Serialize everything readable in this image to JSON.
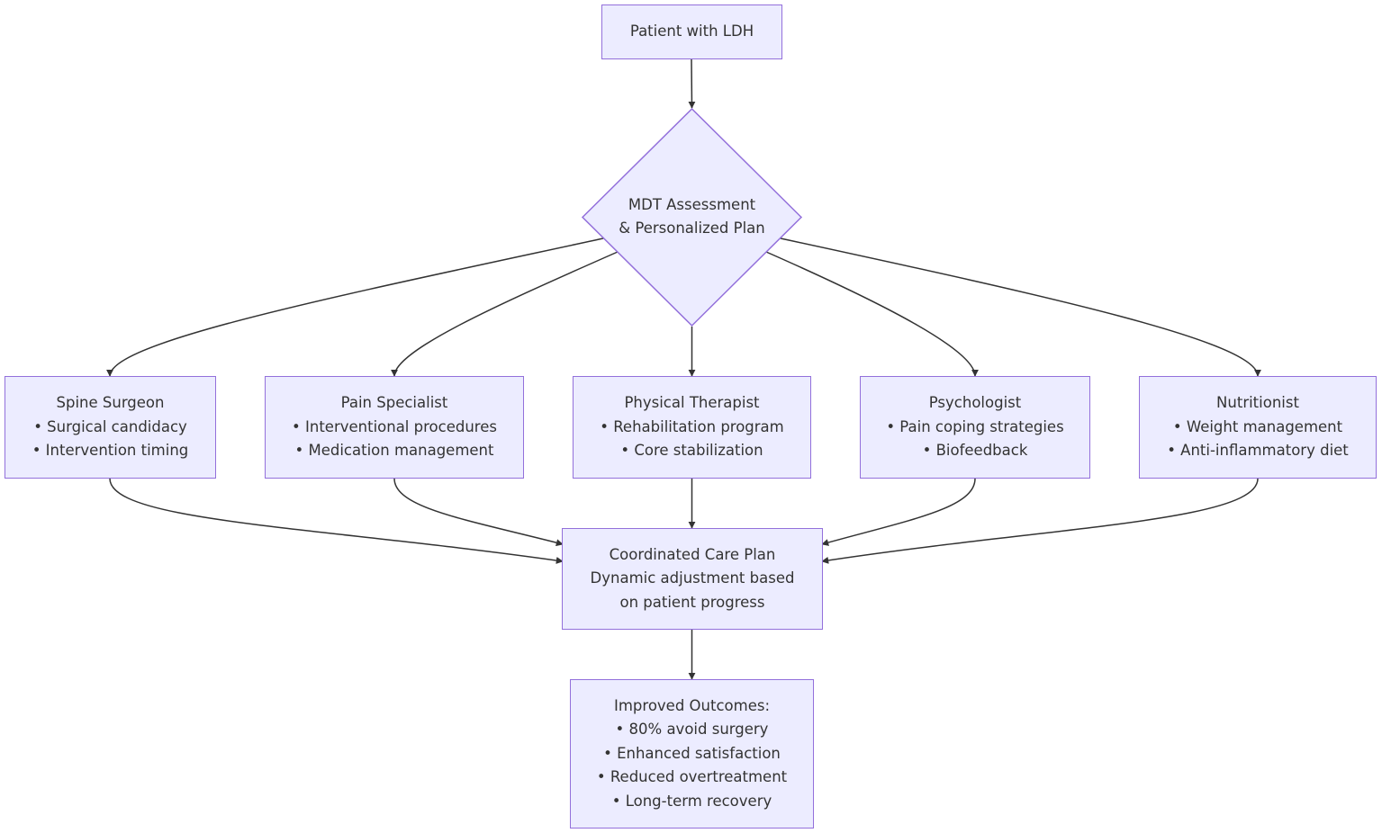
{
  "colors": {
    "node_fill": "#ececff",
    "node_stroke": "#9370db",
    "edge": "#333333",
    "text": "#333333"
  },
  "nodes": {
    "start": {
      "lines": [
        "Patient with LDH"
      ]
    },
    "mdt": {
      "lines": [
        "MDT Assessment",
        "& Personalized Plan"
      ]
    },
    "spine": {
      "lines": [
        "Spine Surgeon",
        "• Surgical candidacy",
        "• Intervention timing"
      ]
    },
    "pain": {
      "lines": [
        "Pain Specialist",
        "• Interventional procedures",
        "• Medication management"
      ]
    },
    "pt": {
      "lines": [
        "Physical Therapist",
        "• Rehabilitation program",
        "• Core stabilization"
      ]
    },
    "psych": {
      "lines": [
        "Psychologist",
        "• Pain coping strategies",
        "• Biofeedback"
      ]
    },
    "nutri": {
      "lines": [
        "Nutritionist",
        "• Weight management",
        "• Anti-inflammatory diet"
      ]
    },
    "care": {
      "lines": [
        "Coordinated Care Plan",
        "Dynamic adjustment based",
        "on patient progress"
      ]
    },
    "outcome": {
      "lines": [
        "Improved Outcomes:",
        "• 80% avoid surgery",
        "• Enhanced satisfaction",
        "• Reduced overtreatment",
        "• Long-term recovery"
      ]
    }
  },
  "edges": [
    {
      "from": "start",
      "to": "mdt"
    },
    {
      "from": "mdt",
      "to": "spine"
    },
    {
      "from": "mdt",
      "to": "pain"
    },
    {
      "from": "mdt",
      "to": "pt"
    },
    {
      "from": "mdt",
      "to": "psych"
    },
    {
      "from": "mdt",
      "to": "nutri"
    },
    {
      "from": "spine",
      "to": "care"
    },
    {
      "from": "pain",
      "to": "care"
    },
    {
      "from": "pt",
      "to": "care"
    },
    {
      "from": "psych",
      "to": "care"
    },
    {
      "from": "nutri",
      "to": "care"
    },
    {
      "from": "care",
      "to": "outcome"
    }
  ]
}
